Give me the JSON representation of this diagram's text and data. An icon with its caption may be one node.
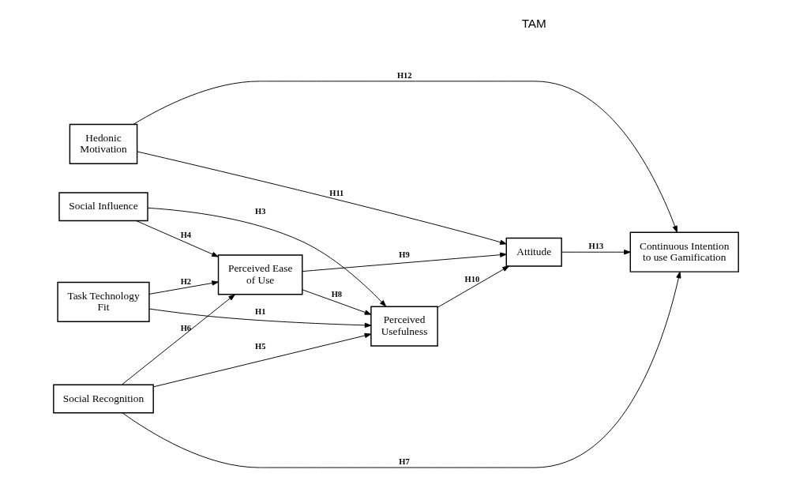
{
  "diagram": {
    "nodes": [
      {
        "text": [
          "Hedonic Motivation"
        ]
      },
      {
        "text": [
          "Task Technology Fit"
        ]
      },
      {
        "text": [
          "Social Influence"
        ]
      },
      {
        "text": [
          "Social Recognition"
        ]
      },
      {
        "text": [
          "Perceived Usefulness"
        ]
      },
      {
        "text": [
          "Perceived Ease of Use"
        ]
      },
      {
        "text": [
          "Attitude"
        ]
      },
      {
        "text": [
          "Continuous Intention to use Gamification"
        ]
      }
    ],
    "edges": [
      {
        "from": 1,
        "to": 4,
        "arrow": "to",
        "label": "H1"
      },
      {
        "from": 1,
        "to": 5,
        "arrow": "to",
        "label": "H2"
      },
      {
        "from": 2,
        "to": 4,
        "arrow": "to",
        "label": "H3"
      },
      {
        "from": 2,
        "to": 5,
        "arrow": "to",
        "label": "H4"
      },
      {
        "from": 3,
        "to": 4,
        "arrow": "to",
        "label": "H5"
      },
      {
        "from": 3,
        "to": 5,
        "arrow": "to",
        "label": "H6"
      },
      {
        "from": 3,
        "to": 7,
        "arrow": "to",
        "label": "H7"
      },
      {
        "from": 5,
        "to": 4,
        "arrow": "to",
        "label": "H8"
      },
      {
        "from": 5,
        "to": 6,
        "arrow": "to",
        "label": "H9"
      },
      {
        "from": 4,
        "to": 6,
        "arrow": "to",
        "label": "H10"
      },
      {
        "from": 0,
        "to": 6,
        "arrow": "to",
        "label": "H11"
      },
      {
        "from": 0,
        "to": 7,
        "arrow": "to",
        "label": "H12"
      },
      {
        "from": 6,
        "to": 7,
        "arrow": "to",
        "label": "H13"
      }
    ],
    "labels": [
      "TAM"
    ]
  }
}
